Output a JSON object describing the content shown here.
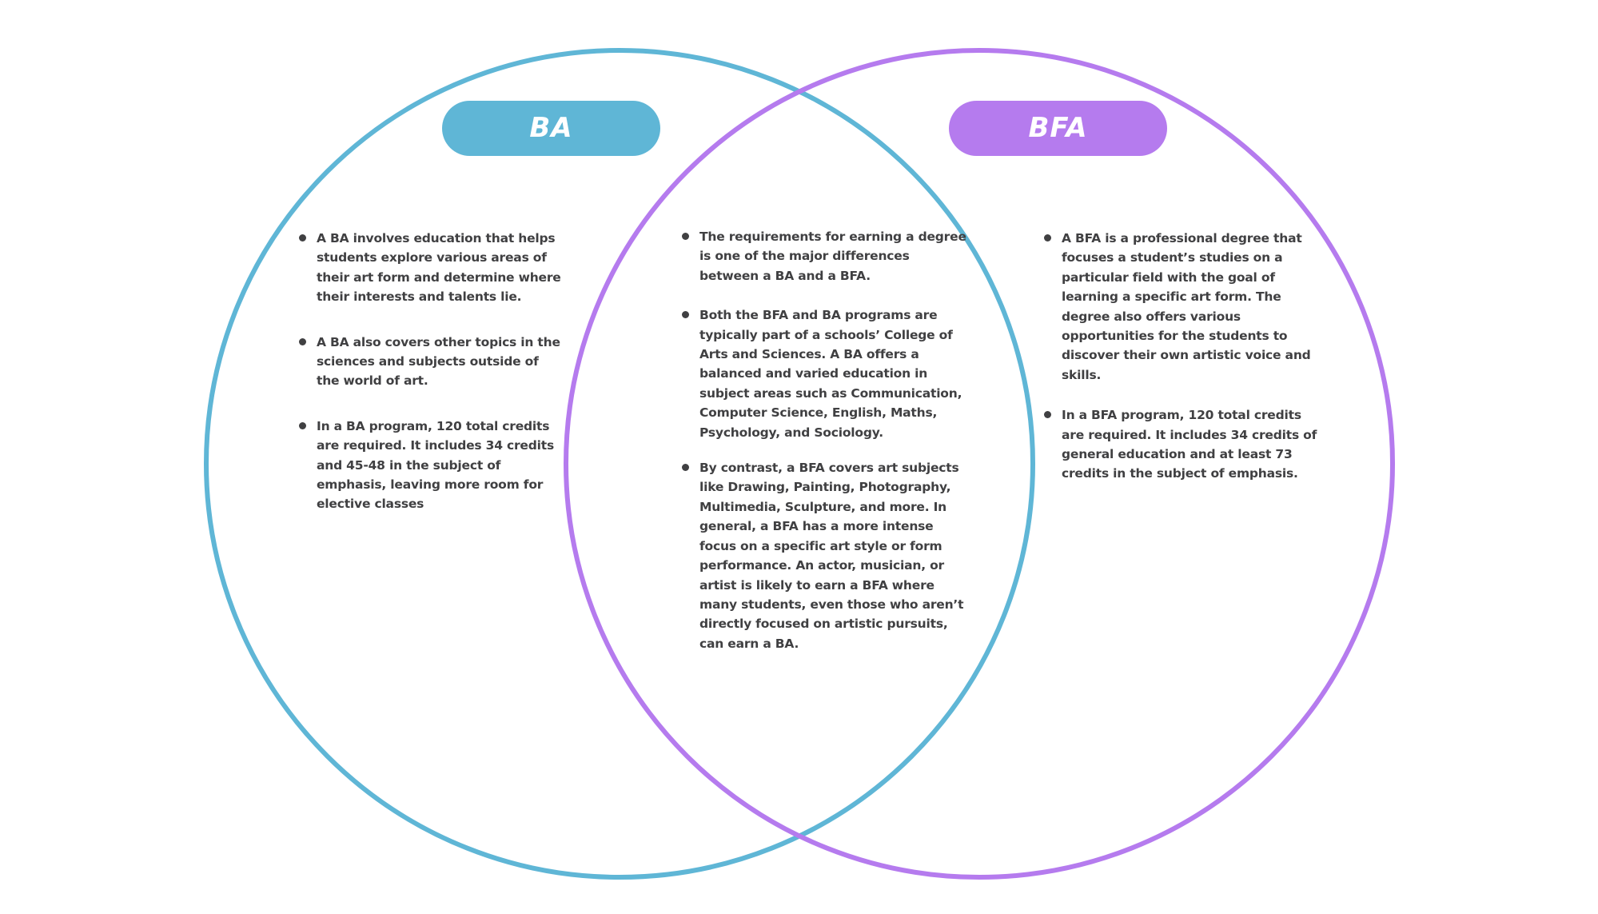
{
  "left": {
    "title": "BA",
    "color": "#5fb6d6",
    "points": [
      "A BA involves education that helps students explore various areas of their art form and determine where their interests and talents lie.",
      "A BA also covers other topics in the sciences and subjects outside of the world of art.",
      "In a BA program, 120 total credits are required. It includes 34 credits and 45-48 in the subject of emphasis, leaving more room for elective classes"
    ]
  },
  "right": {
    "title": "BFA",
    "color": "#b57bee",
    "points": [
      "A BFA is a professional degree that focuses a student’s studies on a particular field with the goal of learning a specific art form. The degree also offers various opportunities for the students to discover their own artistic voice and skills.",
      "In a BFA program, 120 total credits are required. It includes 34 credits of general education and at least 73 credits in the subject of emphasis."
    ]
  },
  "center": {
    "points": [
      "The requirements for earning a degree is one of the major differences between a BA and a BFA.",
      "Both the BFA and BA programs are typically part of a schools’ College of Arts and Sciences. A BA offers a balanced and varied education in subject areas such as Communication, Computer Science, English, Maths, Psychology, and Sociology.",
      "By contrast, a BFA covers art subjects like Drawing, Painting, Photography, Multimedia, Sculpture, and more. In general, a BFA has a more intense focus on a specific art style or form performance. An actor, musician, or artist is likely to earn a BFA where many students, even those who aren’t directly focused on artistic pursuits, can earn a BA."
    ]
  },
  "text_color": "#404042"
}
